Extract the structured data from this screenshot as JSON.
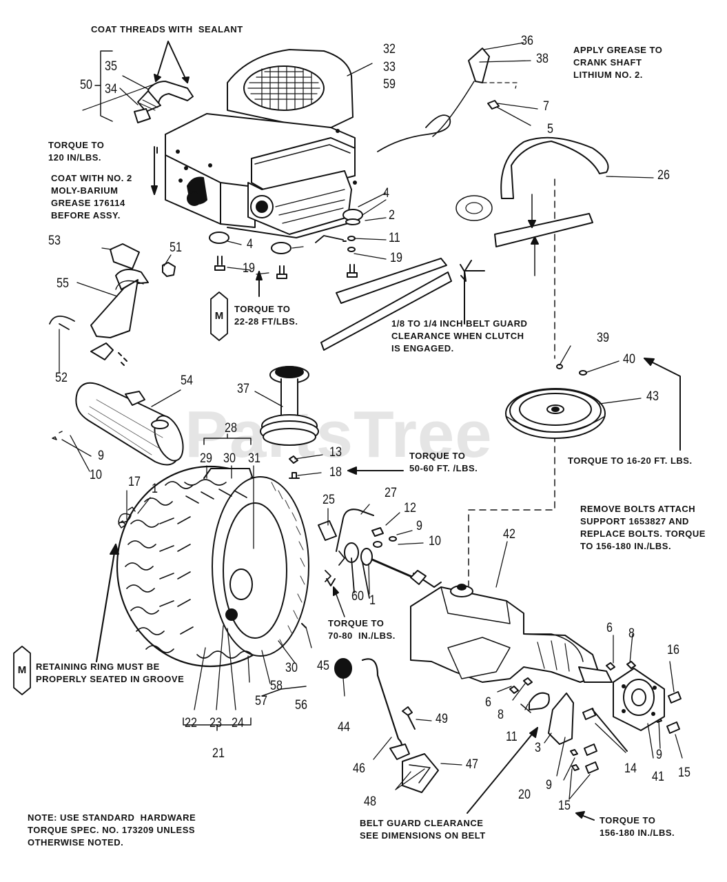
{
  "watermark": {
    "text": "PartsTree",
    "trademark": "™"
  },
  "notes": {
    "coat_threads": "COAT THREADS WITH  SEALANT",
    "apply_grease": "APPLY GREASE TO\nCRANK SHAFT\nLITHIUM NO. 2.",
    "torque_120": "TORQUE TO\n120 IN/LBS.",
    "coat_moly": "COAT WITH NO. 2\nMOLY-BARIUM\nGREASE 176114\nBEFORE ASSY.",
    "torque_22_28": "TORQUE TO\n22-28 FT/LBS.",
    "belt_guard_clearance": "1/8 TO 1/4 INCH BELT GUARD\nCLEARANCE WHEN CLUTCH\nIS ENGAGED.",
    "torque_50_60": "TORQUE TO\n50-60 FT. /LBS.",
    "torque_16_20": "TORQUE TO 16-20 FT. LBS.",
    "remove_bolts": "REMOVE BOLTS ATTACH\nSUPPORT 1653827 AND\nREPLACE BOLTS. TORQUE\nTO 156-180 IN./LBS.",
    "torque_70_80": "TORQUE TO\n70-80  IN./LBS.",
    "retaining_ring": "RETAINING RING MUST BE\nPROPERLY SEATED IN GROOVE",
    "note_hardware": "NOTE: USE STANDARD  HARDWARE\nTORQUE SPEC. NO. 173209 UNLESS\nOTHERWISE NOTED.",
    "belt_guard_dimensions": "BELT GUARD CLEARANCE\nSEE DIMENSIONS ON BELT",
    "torque_156_180": "TORQUE TO\n156-180 IN./LBS."
  },
  "m_symbol": "M",
  "callouts": {
    "c32": "32",
    "c33": "33",
    "c59": "59",
    "c36": "36",
    "c38": "38",
    "c50": "50",
    "c35": "35",
    "c34": "34",
    "c7": "7",
    "c5": "5",
    "c26": "26",
    "c4a": "4",
    "c2": "2",
    "c11a": "11",
    "c4b": "4",
    "c53": "53",
    "c51": "51",
    "c19a": "19",
    "c19b": "19",
    "c55": "55",
    "c52": "52",
    "c54": "54",
    "c37": "37",
    "c39": "39",
    "c40": "40",
    "c43": "43",
    "c28": "28",
    "c29": "29",
    "c30a": "30",
    "c31": "31",
    "c13": "13",
    "c18": "18",
    "c9a": "9",
    "c10a": "10",
    "c17": "17",
    "c1a": "1",
    "c25": "25",
    "c27": "27",
    "c12": "12",
    "c9b": "9",
    "c10b": "10",
    "c42": "42",
    "c60": "60",
    "c1b": "1",
    "c45": "45",
    "c30b": "30",
    "c58": "58",
    "c57": "57",
    "c56": "56",
    "c22": "22",
    "c23": "23",
    "c24": "24",
    "c21": "21",
    "c44": "44",
    "c6a": "6",
    "c8a": "8",
    "c16": "16",
    "c6b": "6",
    "c8b": "8",
    "c11b": "11",
    "c49": "49",
    "c46": "46",
    "c47": "47",
    "c48": "48",
    "c3": "3",
    "c20": "20",
    "c9c": "9",
    "c15a": "15",
    "c14": "14",
    "c41": "41",
    "c9d": "9",
    "c15b": "15"
  }
}
